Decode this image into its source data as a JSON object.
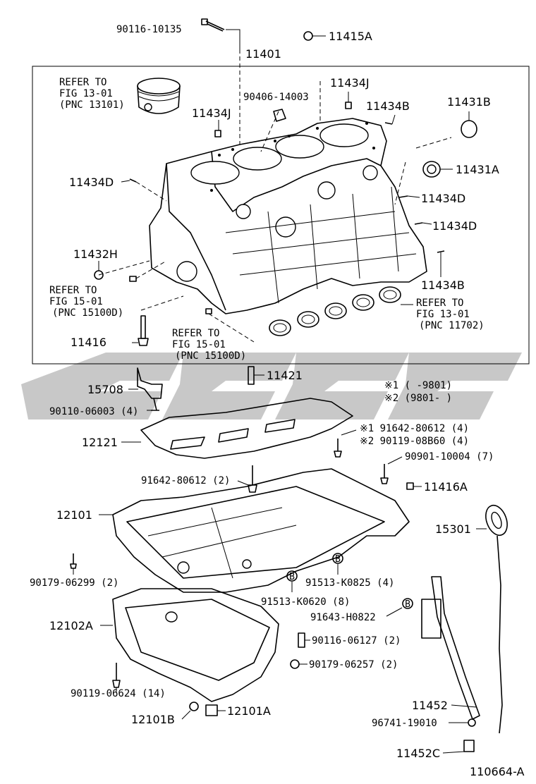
{
  "diagram_id": "110664-A",
  "labels": {
    "p90116_10135": "90116-10135",
    "p11415A": "11415A",
    "p11401": "11401",
    "refer1_a": "REFER TO",
    "refer1_b": "FIG 13-01",
    "refer1_c": "(PNC 13101)",
    "p90406_14003": "90406-14003",
    "p11434J_a": "11434J",
    "p11434J_b": "11434J",
    "p11434B_a": "11434B",
    "p11431B": "11431B",
    "p11431A": "11431A",
    "p11434D_a": "11434D",
    "p11434D_b": "11434D",
    "p11434D_c": "11434D",
    "p11432H": "11432H",
    "refer2_a": "REFER TO",
    "refer2_b": "FIG 15-01",
    "refer2_c": "(PNC 15100D)",
    "p11434B_b": "11434B",
    "refer3_a": "REFER TO",
    "refer3_b": "FIG 13-01",
    "refer3_c": "(PNC 11702)",
    "p11416": "11416",
    "refer4_a": "REFER TO",
    "refer4_b": "FIG 15-01",
    "refer4_c": "(PNC 15100D)",
    "p11421": "11421",
    "note1": "※1 (      -9801)",
    "note2": "※2 (9801-      )",
    "p15708": "15708",
    "p90110_06003": "90110-06003 (4)",
    "p91642_80612_4": "※1 91642-80612 (4)",
    "p90119_08B60": "※2 90119-08B60 (4)",
    "p12121": "12121",
    "p90901_10004": "90901-10004 (7)",
    "p91642_80612_2": "91642-80612 (2)",
    "p11416A": "11416A",
    "p12101": "12101",
    "p15301": "15301",
    "p90179_06299": "90179-06299 (2)",
    "p91513_K0825": "91513-K0825 (4)",
    "p91513_K0620": "91513-K0620 (8)",
    "p91643_H0822": "91643-H0822",
    "p12102A": "12102A",
    "p90116_06127": "90116-06127 (2)",
    "p90179_06257": "90179-06257 (2)",
    "p90119_06624": "90119-06624 (14)",
    "p11452": "11452",
    "p12101B": "12101B",
    "p12101A": "12101A",
    "p96741_19010": "96741-19010",
    "p11452C": "11452C",
    "badge_b1": "B",
    "badge_b2": "B",
    "badge_b3": "B"
  }
}
